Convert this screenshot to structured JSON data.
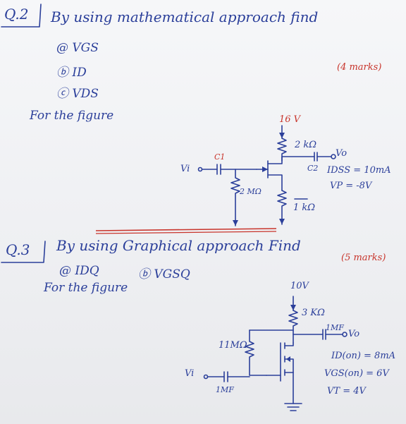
{
  "q2": {
    "number": "Q.2",
    "heading": "By using mathematical approach find",
    "items": [
      "@ VGS",
      "ⓑ ID",
      "ⓒ VDS"
    ],
    "marks": "(4 marks)",
    "for_figure": "For the figure",
    "circuit": {
      "vdd": "16 V",
      "rd": "2 kΩ",
      "c1": "C1",
      "c2": "C2",
      "vi": "Vi",
      "vo": "Vo",
      "rg": "2 MΩ",
      "rs": "1 kΩ",
      "idss": "IDSS = 10mA",
      "vp": "VP = -8V"
    }
  },
  "q3": {
    "number": "Q.3",
    "heading": "By using Graphical approach Find",
    "items": [
      "@ IDQ",
      "ⓑ VGSQ"
    ],
    "marks": "(5 marks)",
    "for_figure": "For the figure",
    "circuit": {
      "vdd": "10V",
      "rd": "3 KΩ",
      "cout": "1MF",
      "vo": "Vo",
      "rg": "11MΩ",
      "vi": "Vi",
      "cin": "1MF",
      "id_on": "ID(on) = 8mA",
      "vgs_on": "VGS(on) = 6V",
      "vt": "VT = 4V"
    }
  }
}
